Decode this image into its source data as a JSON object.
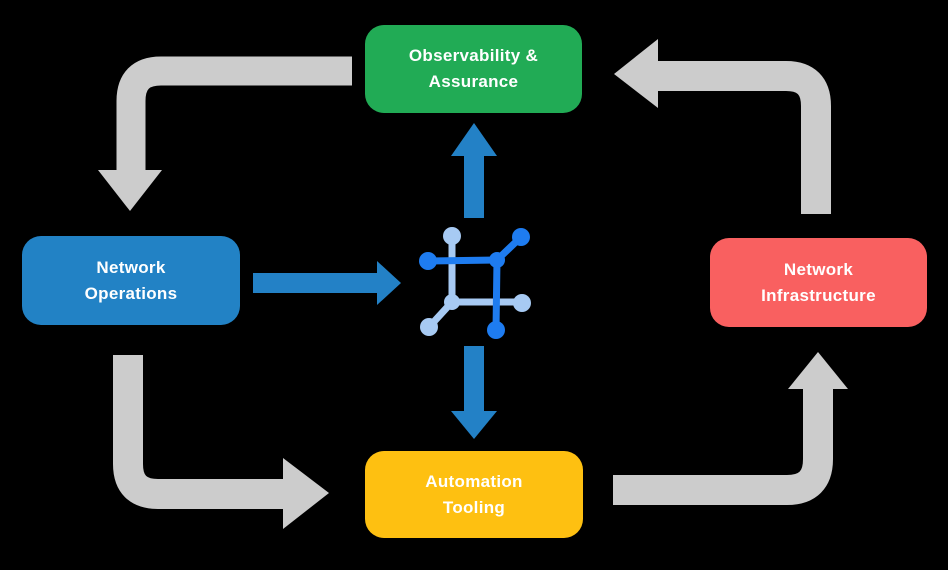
{
  "diagram": {
    "background_color": "#000000",
    "nodes": {
      "observability": {
        "line1": "Observability &",
        "line2": "Assurance",
        "color": "#21ab55"
      },
      "operations": {
        "line1": "Network",
        "line2": "Operations",
        "color": "#2282c5"
      },
      "infrastructure": {
        "line1": "Network",
        "line2": "Infrastructure",
        "color": "#f96060"
      },
      "automation": {
        "line1": "Automation",
        "line2": "Tooling",
        "color": "#fec011"
      }
    },
    "colors": {
      "cycle_arrow": "#cccccc",
      "platform_arrow": "#2381c6",
      "icon_dark_blue": "#1e7cf0",
      "icon_light_blue": "#a7caf3",
      "label_text": "#ffffff"
    },
    "center_icon": "network-automation-icon"
  }
}
